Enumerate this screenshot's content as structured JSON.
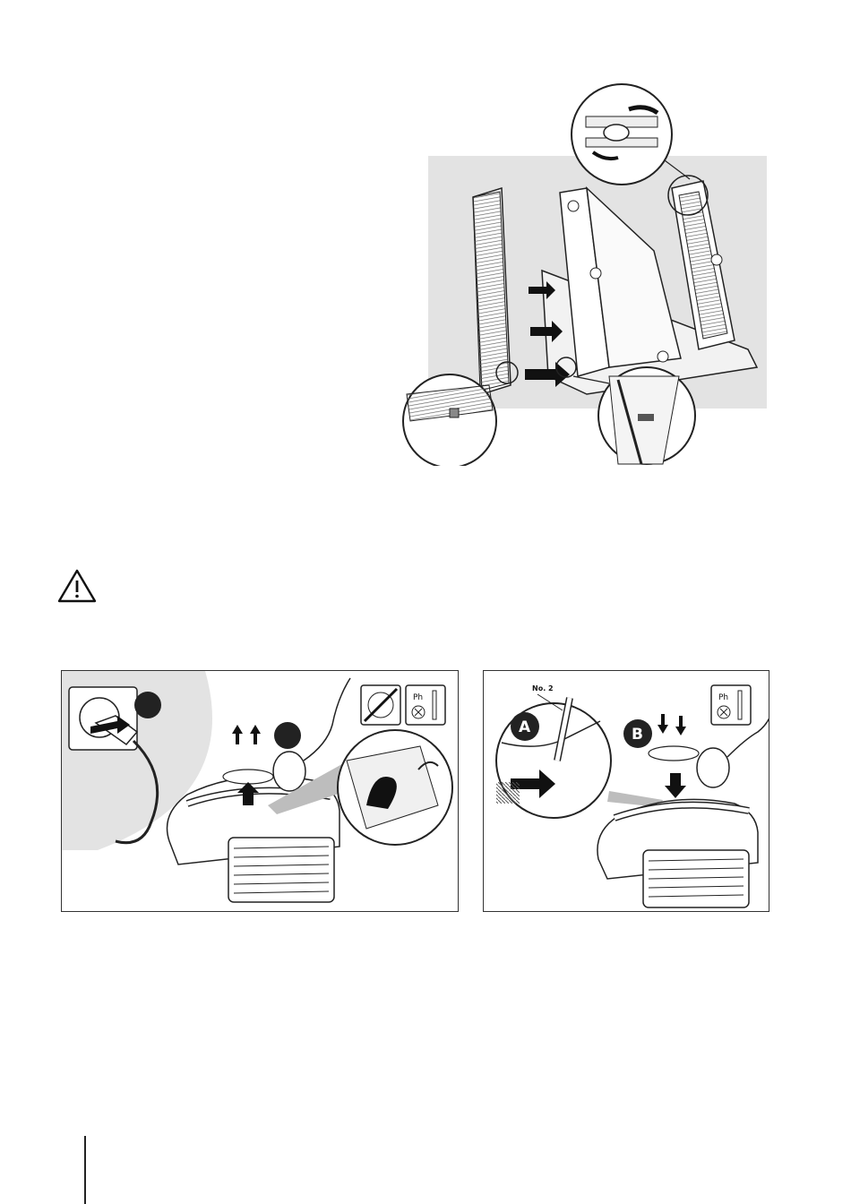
{
  "figures": {
    "filter_panel": {
      "icon": "filter-panel-assembly-illustration"
    },
    "warning": {
      "icon": "warning-triangle-icon"
    },
    "step_panel_1": {
      "icon": "unplug-and-open-lid-illustration",
      "tool_badge_label": "Ph"
    },
    "step_panel_2": {
      "icon": "connect-cable-and-close-lid-illustration",
      "callout_a": "A",
      "callout_b": "B",
      "part_label": "No. 2",
      "tool_badge_label": "Ph"
    }
  },
  "colors": {
    "ink": "#1a1a1a",
    "background_band": "#e3e3e3",
    "badge_fill": "#222222",
    "panel_border": "#333333"
  }
}
